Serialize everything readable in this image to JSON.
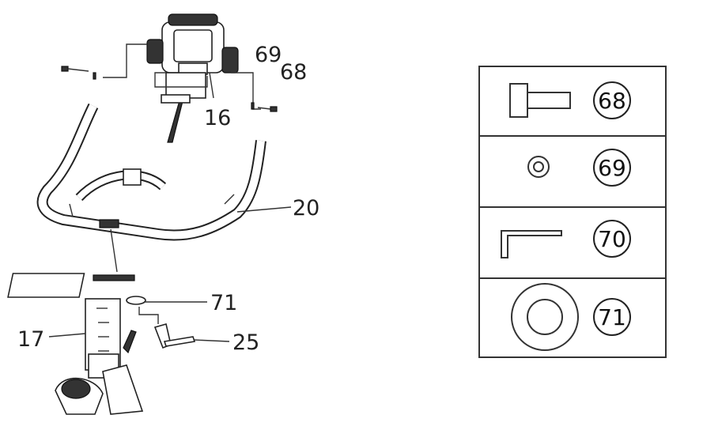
{
  "diagram": {
    "callouts": {
      "c16": "16",
      "c17": "17",
      "c20": "20",
      "c25": "25",
      "c68": "68",
      "c69": "69",
      "c71": "71"
    },
    "hardware_table": [
      {
        "number": "68",
        "icon": "bolt-icon"
      },
      {
        "number": "69",
        "icon": "washer-icon"
      },
      {
        "number": "70",
        "icon": "allen-wrench-icon"
      },
      {
        "number": "71",
        "icon": "spacer-ring-icon"
      }
    ]
  }
}
